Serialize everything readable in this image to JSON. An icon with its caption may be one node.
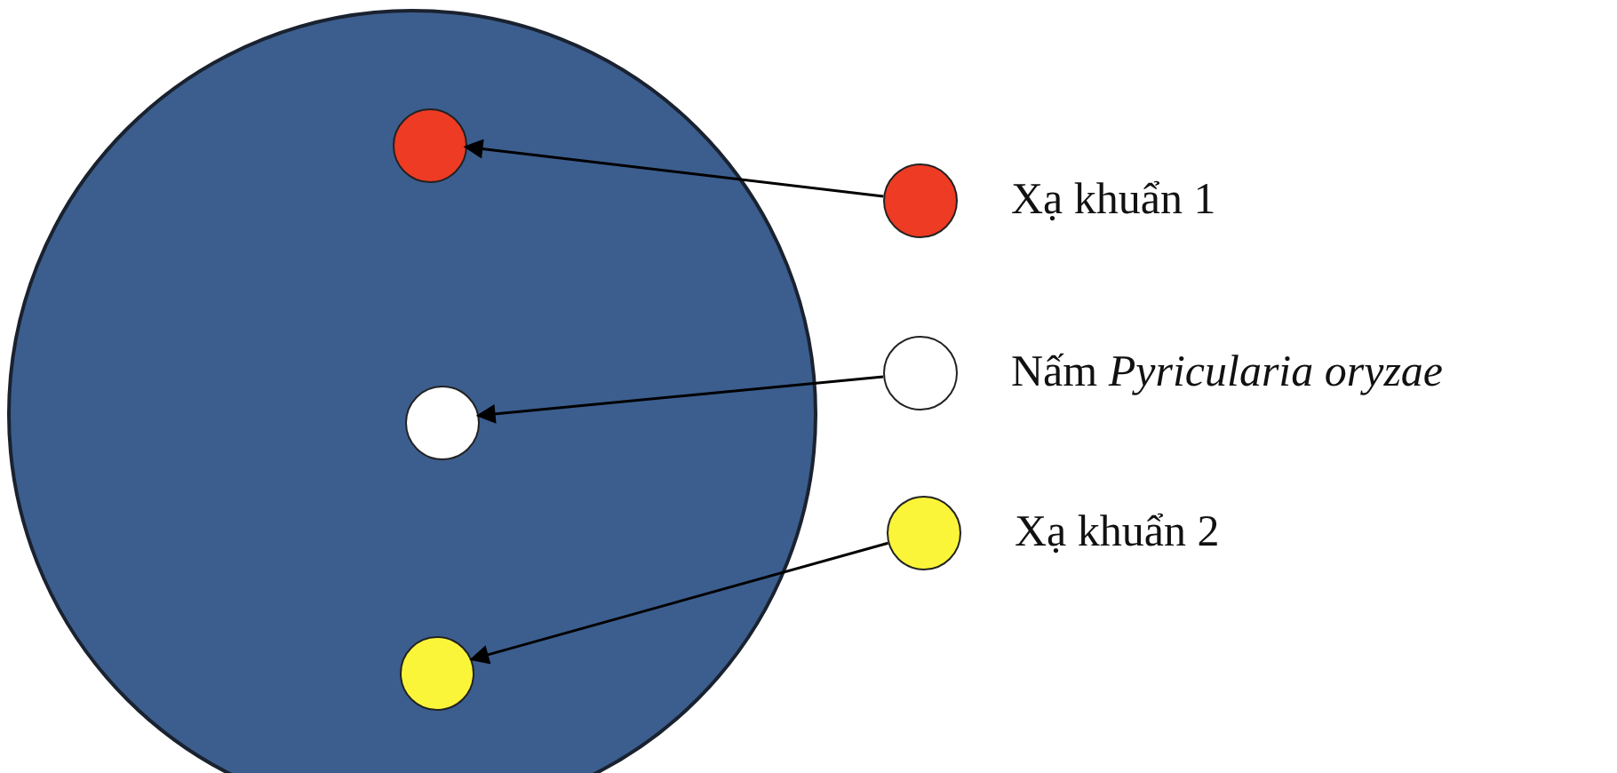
{
  "diagram": {
    "nodes": [
      {
        "text": [],
        "shape": "circle"
      },
      {
        "text": [],
        "shape": "circle",
        "in": 0
      },
      {
        "text": [],
        "shape": "circle",
        "in": 0
      },
      {
        "text": [],
        "shape": "circle",
        "in": 0
      },
      {
        "text": [
          "Xạ khuẩn 1"
        ]
      },
      {
        "text": [
          "Nấm *Pyricularia oryzae*"
        ]
      },
      {
        "text": [
          "Xạ khuẩn 2"
        ]
      }
    ],
    "edges": [
      {
        "from": 4,
        "to": 1,
        "arrow": "to"
      },
      {
        "from": 5,
        "to": 2,
        "arrow": "to"
      },
      {
        "from": 6,
        "to": 3,
        "arrow": "to"
      }
    ]
  }
}
